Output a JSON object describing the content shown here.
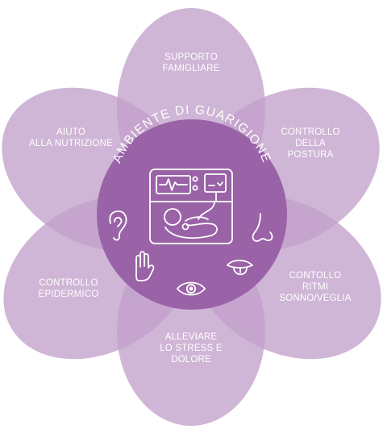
{
  "center": {
    "title": "AMBIENTE DI GUARIGIONE"
  },
  "petals": [
    {
      "id": "family-support",
      "lines": [
        "SUPPORTO",
        "FAMIGLIARE"
      ]
    },
    {
      "id": "posture-control",
      "lines": [
        "CONTROLLO",
        "DELLA",
        "POSTURA"
      ]
    },
    {
      "id": "sleep-rhythm-control",
      "lines": [
        "CONTOLLO",
        "RITMI",
        "SONNO/VEGLIA"
      ]
    },
    {
      "id": "stress-pain-relief",
      "lines": [
        "ALLEVIARE",
        "LO STRESS E",
        "DOLORE"
      ]
    },
    {
      "id": "epidermal-control",
      "lines": [
        "CONTROLLO",
        "EPIDERMICO"
      ]
    },
    {
      "id": "nutrition-support",
      "lines": [
        "AIUTO",
        "ALLA NUTRIZIONE"
      ]
    }
  ],
  "icons": [
    "ear-icon",
    "hand-icon",
    "eye-icon",
    "tongue-icon",
    "nose-icon",
    "incubator-icon"
  ],
  "colors": {
    "petal": "#c2a0cb",
    "center": "#9a62a7",
    "text": "#ffffff"
  }
}
